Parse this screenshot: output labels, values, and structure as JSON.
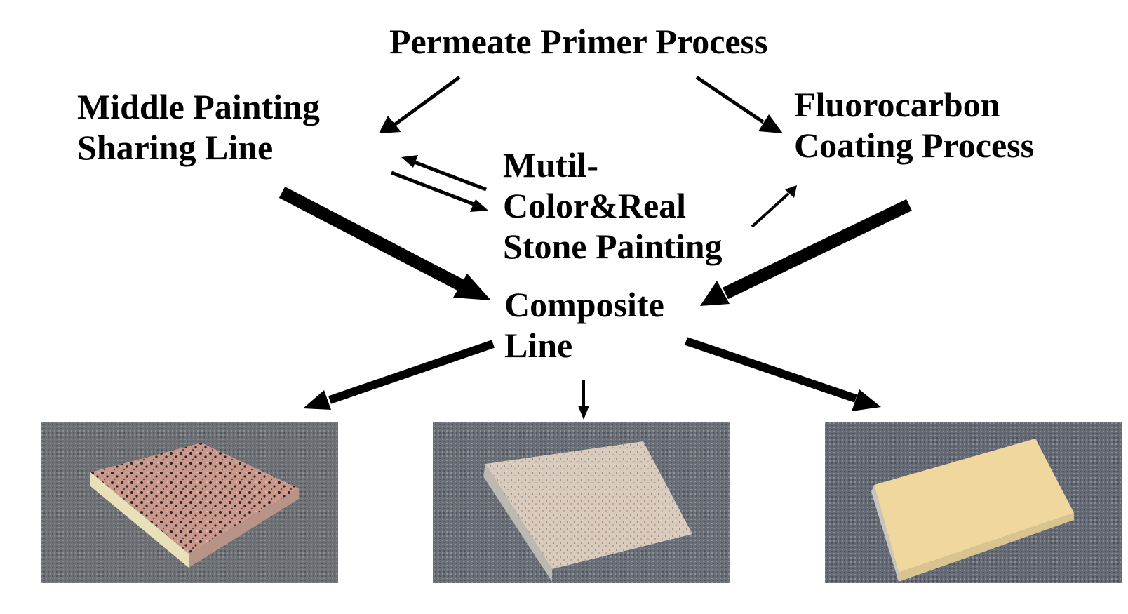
{
  "nodes": {
    "permeate_primer": "Permeate Primer Process",
    "middle_painting": [
      "Middle Painting",
      "Sharing Line"
    ],
    "fluorocarbon": [
      "Fluorocarbon",
      "Coating Process"
    ],
    "multi_color": [
      "Mutil-",
      "Color&Real",
      "Stone Painting"
    ],
    "composite": [
      "Composite",
      "Line"
    ]
  },
  "samples": [
    {
      "name": "granite-panel",
      "surface_color": "#c9988a",
      "speckle_color": "#2b2523"
    },
    {
      "name": "stone-texture-panel",
      "surface_color": "#d8cbbd",
      "speckle_color": "#8d7f74"
    },
    {
      "name": "fluorocarbon-panel",
      "surface_color": "#efd79e",
      "speckle_color": "#efd79e"
    }
  ],
  "colors": {
    "arrow": "#000000",
    "carpet": "#6f7277"
  }
}
